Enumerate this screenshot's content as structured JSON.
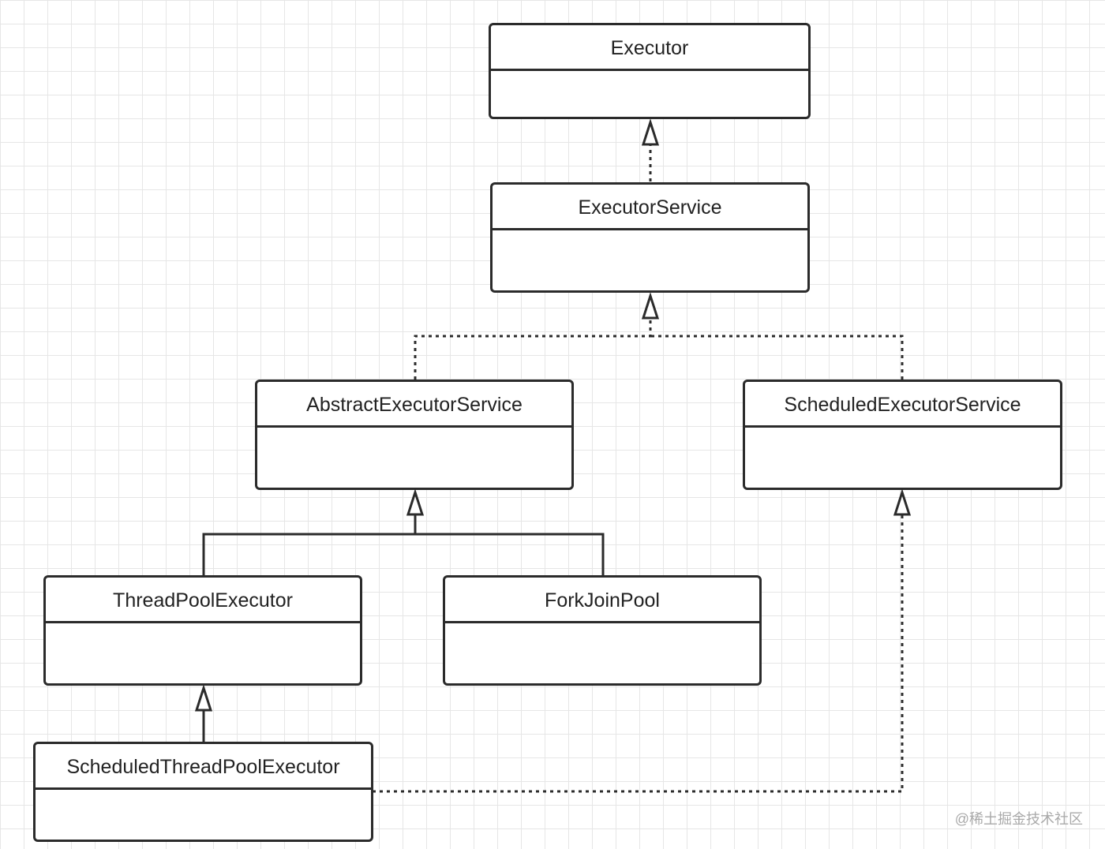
{
  "diagram": {
    "classes": {
      "executor": "Executor",
      "executor_service": "ExecutorService",
      "abstract_executor_service": "AbstractExecutorService",
      "scheduled_executor_service": "ScheduledExecutorService",
      "thread_pool_executor": "ThreadPoolExecutor",
      "fork_join_pool": "ForkJoinPool",
      "scheduled_thread_pool_executor": "ScheduledThreadPoolExecutor"
    },
    "relations": [
      {
        "from": "ExecutorService",
        "to": "Executor",
        "type": "realization"
      },
      {
        "from": "AbstractExecutorService",
        "to": "ExecutorService",
        "type": "realization"
      },
      {
        "from": "ScheduledExecutorService",
        "to": "ExecutorService",
        "type": "realization"
      },
      {
        "from": "ThreadPoolExecutor",
        "to": "AbstractExecutorService",
        "type": "generalization"
      },
      {
        "from": "ForkJoinPool",
        "to": "AbstractExecutorService",
        "type": "generalization"
      },
      {
        "from": "ScheduledThreadPoolExecutor",
        "to": "ThreadPoolExecutor",
        "type": "generalization"
      },
      {
        "from": "ScheduledThreadPoolExecutor",
        "to": "ScheduledExecutorService",
        "type": "realization"
      }
    ]
  },
  "watermark": "@稀土掘金技术社区",
  "colors": {
    "line": "#2b2b2b",
    "grid": "#e6e6e6",
    "watermark": "#a9a9a9"
  }
}
